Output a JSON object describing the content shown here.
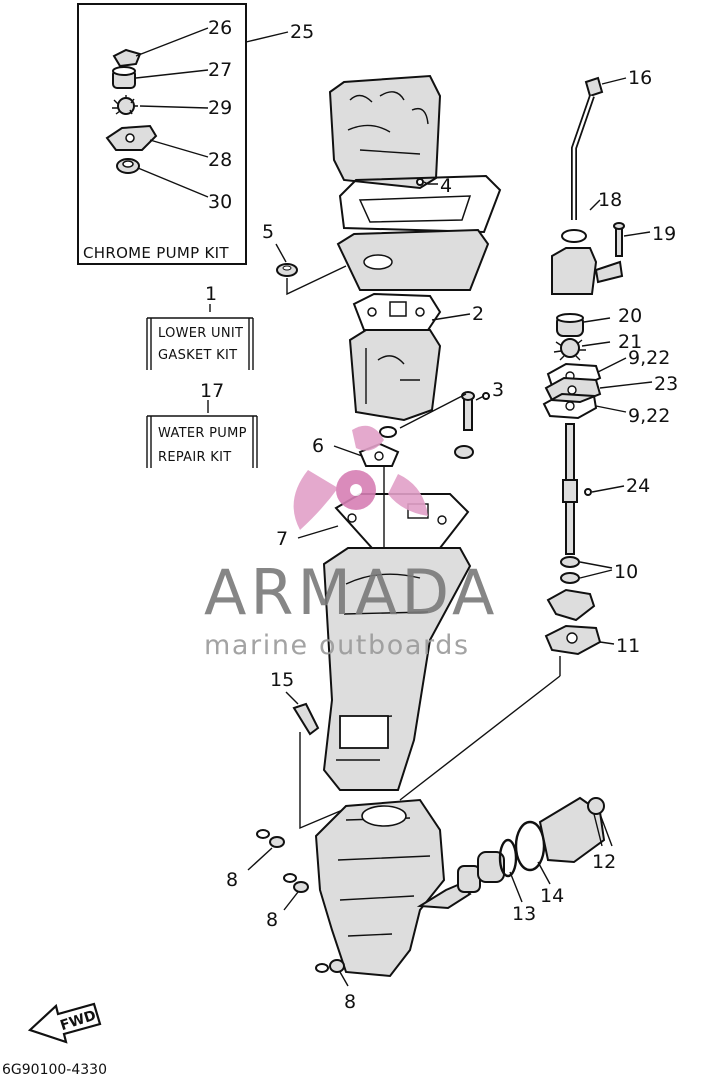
{
  "kits": {
    "chrome_pump": "CHROME PUMP KIT",
    "lower_unit_line1": "LOWER UNIT",
    "lower_unit_line2": "GASKET KIT",
    "water_pump_line1": "WATER PUMP",
    "water_pump_line2": "REPAIR KIT"
  },
  "callouts": {
    "c1": "1",
    "c2": "2",
    "c3": "3",
    "c4": "4",
    "c5": "5",
    "c6": "6",
    "c7": "7",
    "c8a": "8",
    "c8b": "8",
    "c8c": "8",
    "c10": "10",
    "c11": "11",
    "c12": "12",
    "c13": "13",
    "c14": "14",
    "c15": "15",
    "c16": "16",
    "c17": "17",
    "c18": "18",
    "c19": "19",
    "c20": "20",
    "c21": "21",
    "c922a": "9,22",
    "c23": "23",
    "c922b": "9,22",
    "c24": "24",
    "c25": "25",
    "c26": "26",
    "c27": "27",
    "c28": "28",
    "c29": "29",
    "c30": "30"
  },
  "watermark": {
    "title": "ARMADA",
    "subtitle": "marine outboards",
    "colors": {
      "logo_pink": "#e2a0c8",
      "logo_pink_dark": "#d67fb4",
      "text_gray": "#7a7a7a"
    }
  },
  "fwd_label": "FWD",
  "diagram_code": "6G90100-4330"
}
